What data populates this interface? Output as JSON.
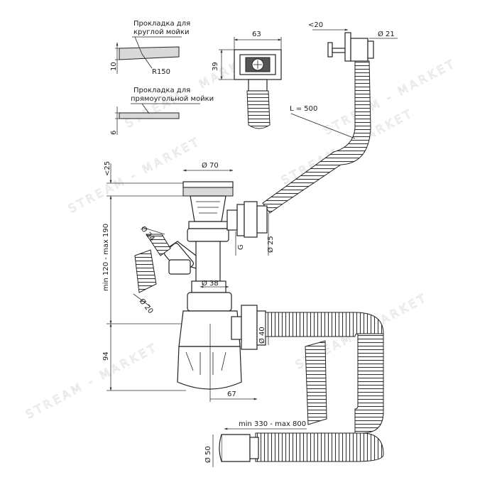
{
  "labels": {
    "gasket_round": [
      "Прокладка для",
      "круглой мойки"
    ],
    "gasket_rect": [
      "Прокладка для",
      "прямоугольной мойки"
    ],
    "r150": "R150",
    "h10": "10",
    "h6": "6",
    "w63": "63",
    "h39": "39",
    "lt20": "<20",
    "d21": "Ø 21",
    "l500": "L = 500",
    "lt25": "<25",
    "d70": "Ø 70",
    "d24": "Ø 24",
    "d20": "Ø 20",
    "d25": "Ø 25",
    "g": "G",
    "d38": "Ø 38",
    "d40": "Ø 40",
    "min120": "min 120 - max 190",
    "h94": "94",
    "w67": "67",
    "min330": "min 330 - max 800",
    "d50": "Ø 50"
  },
  "watermark": [
    "STREAM - MARKET",
    "STREAM - MARKET",
    "STREAM - MARKET",
    "STREAM - MARKET",
    "STREAM - MARKET",
    "STREAM - MARKET"
  ]
}
